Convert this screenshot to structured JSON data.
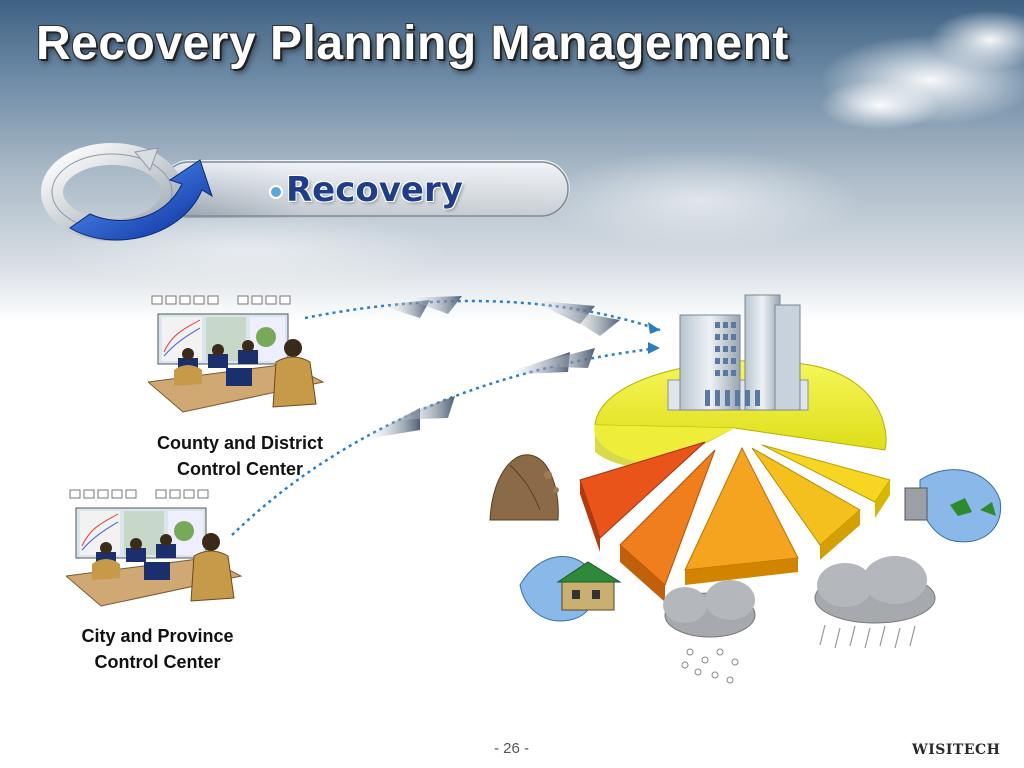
{
  "slide": {
    "title": "Recovery Planning Management",
    "section_label": "Recovery",
    "page_number": "- 26 -",
    "logo_text": "WISITECH"
  },
  "nodes": {
    "county_center": {
      "line1": "County and District",
      "line2": "Control Center"
    },
    "city_center": {
      "line1": "City and Province",
      "line2": "Control Center"
    }
  },
  "icons": [
    "cycle-arrows-icon",
    "bullet-icon",
    "control-room-icon",
    "office-building-icon",
    "pie-chart-icon",
    "landslide-rock-icon",
    "flood-wave-icon",
    "flooded-house-icon",
    "hail-cloud-icon",
    "rain-cloud-icon"
  ],
  "colors": {
    "title": "#ffffff",
    "section_label": "#1f3d8a",
    "pie_yellow": "#e8e820",
    "pie_orange": "#f08a1e",
    "pie_red_orange": "#e8541a",
    "arrow_blue": "#2a7fc4"
  }
}
